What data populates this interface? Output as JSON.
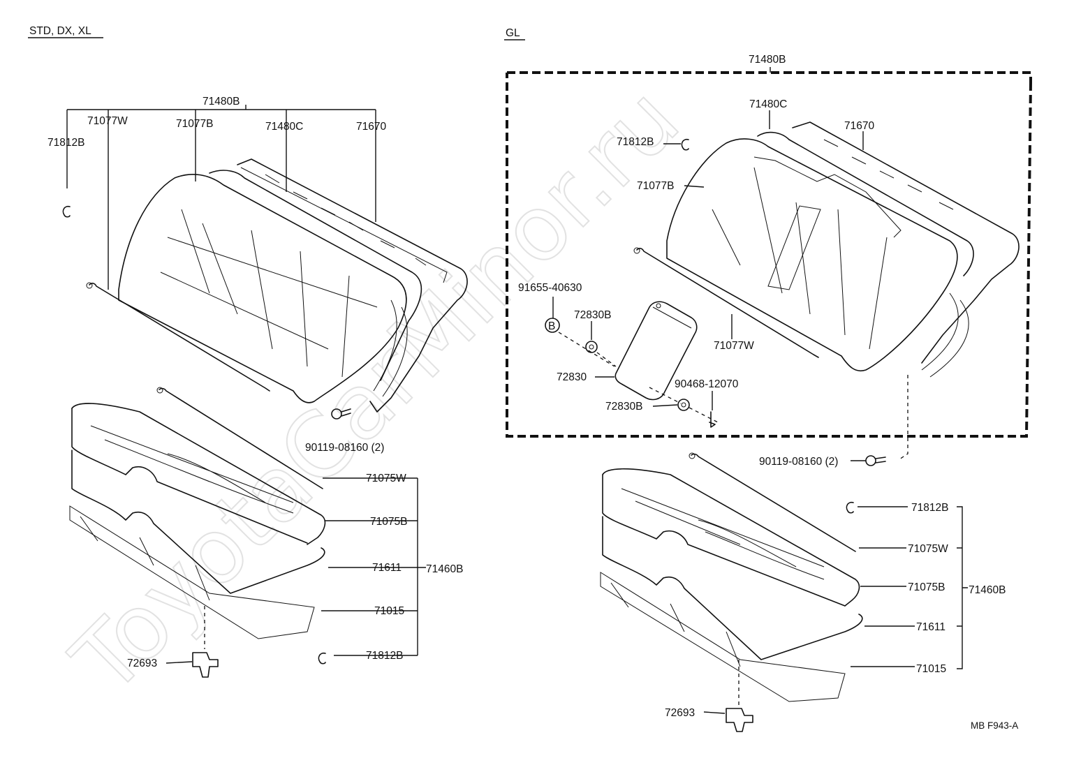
{
  "watermark": "ToyotaCarMinor.ru",
  "headers": {
    "left": "STD, DX, XL",
    "right": "GL"
  },
  "drawing_code": "MB F943-A",
  "left_labels": {
    "assy_back": "71480B",
    "wire_w": "71077W",
    "cover_b": "71077B",
    "pad_c": "71480C",
    "frame": "71670",
    "hog_ring": "71812B",
    "bolt": "90119-08160 (2)",
    "cush_wire": "71075W",
    "cush_cover": "71075B",
    "cush_pad": "71611",
    "cush_assy": "71460B",
    "cush_frame": "71015",
    "hog_ring_bottom": "71812B",
    "hook": "72693"
  },
  "right_labels": {
    "assy_back": "71480B",
    "pad_c": "71480C",
    "frame": "71670",
    "hog_ring": "71812B",
    "cover_b": "71077B",
    "screw": "91655-40630",
    "screw_mark": "B",
    "armrest_bracket_top": "72830B",
    "armrest": "72830",
    "armrest_bracket_bottom": "72830B",
    "pin": "90468-12070",
    "wire_w": "71077W",
    "bolt": "90119-08160 (2)",
    "hog_ring_cush": "71812B",
    "cush_wire": "71075W",
    "cush_cover": "71075B",
    "cush_assy": "71460B",
    "cush_pad": "71611",
    "cush_frame": "71015",
    "hook": "72693"
  }
}
